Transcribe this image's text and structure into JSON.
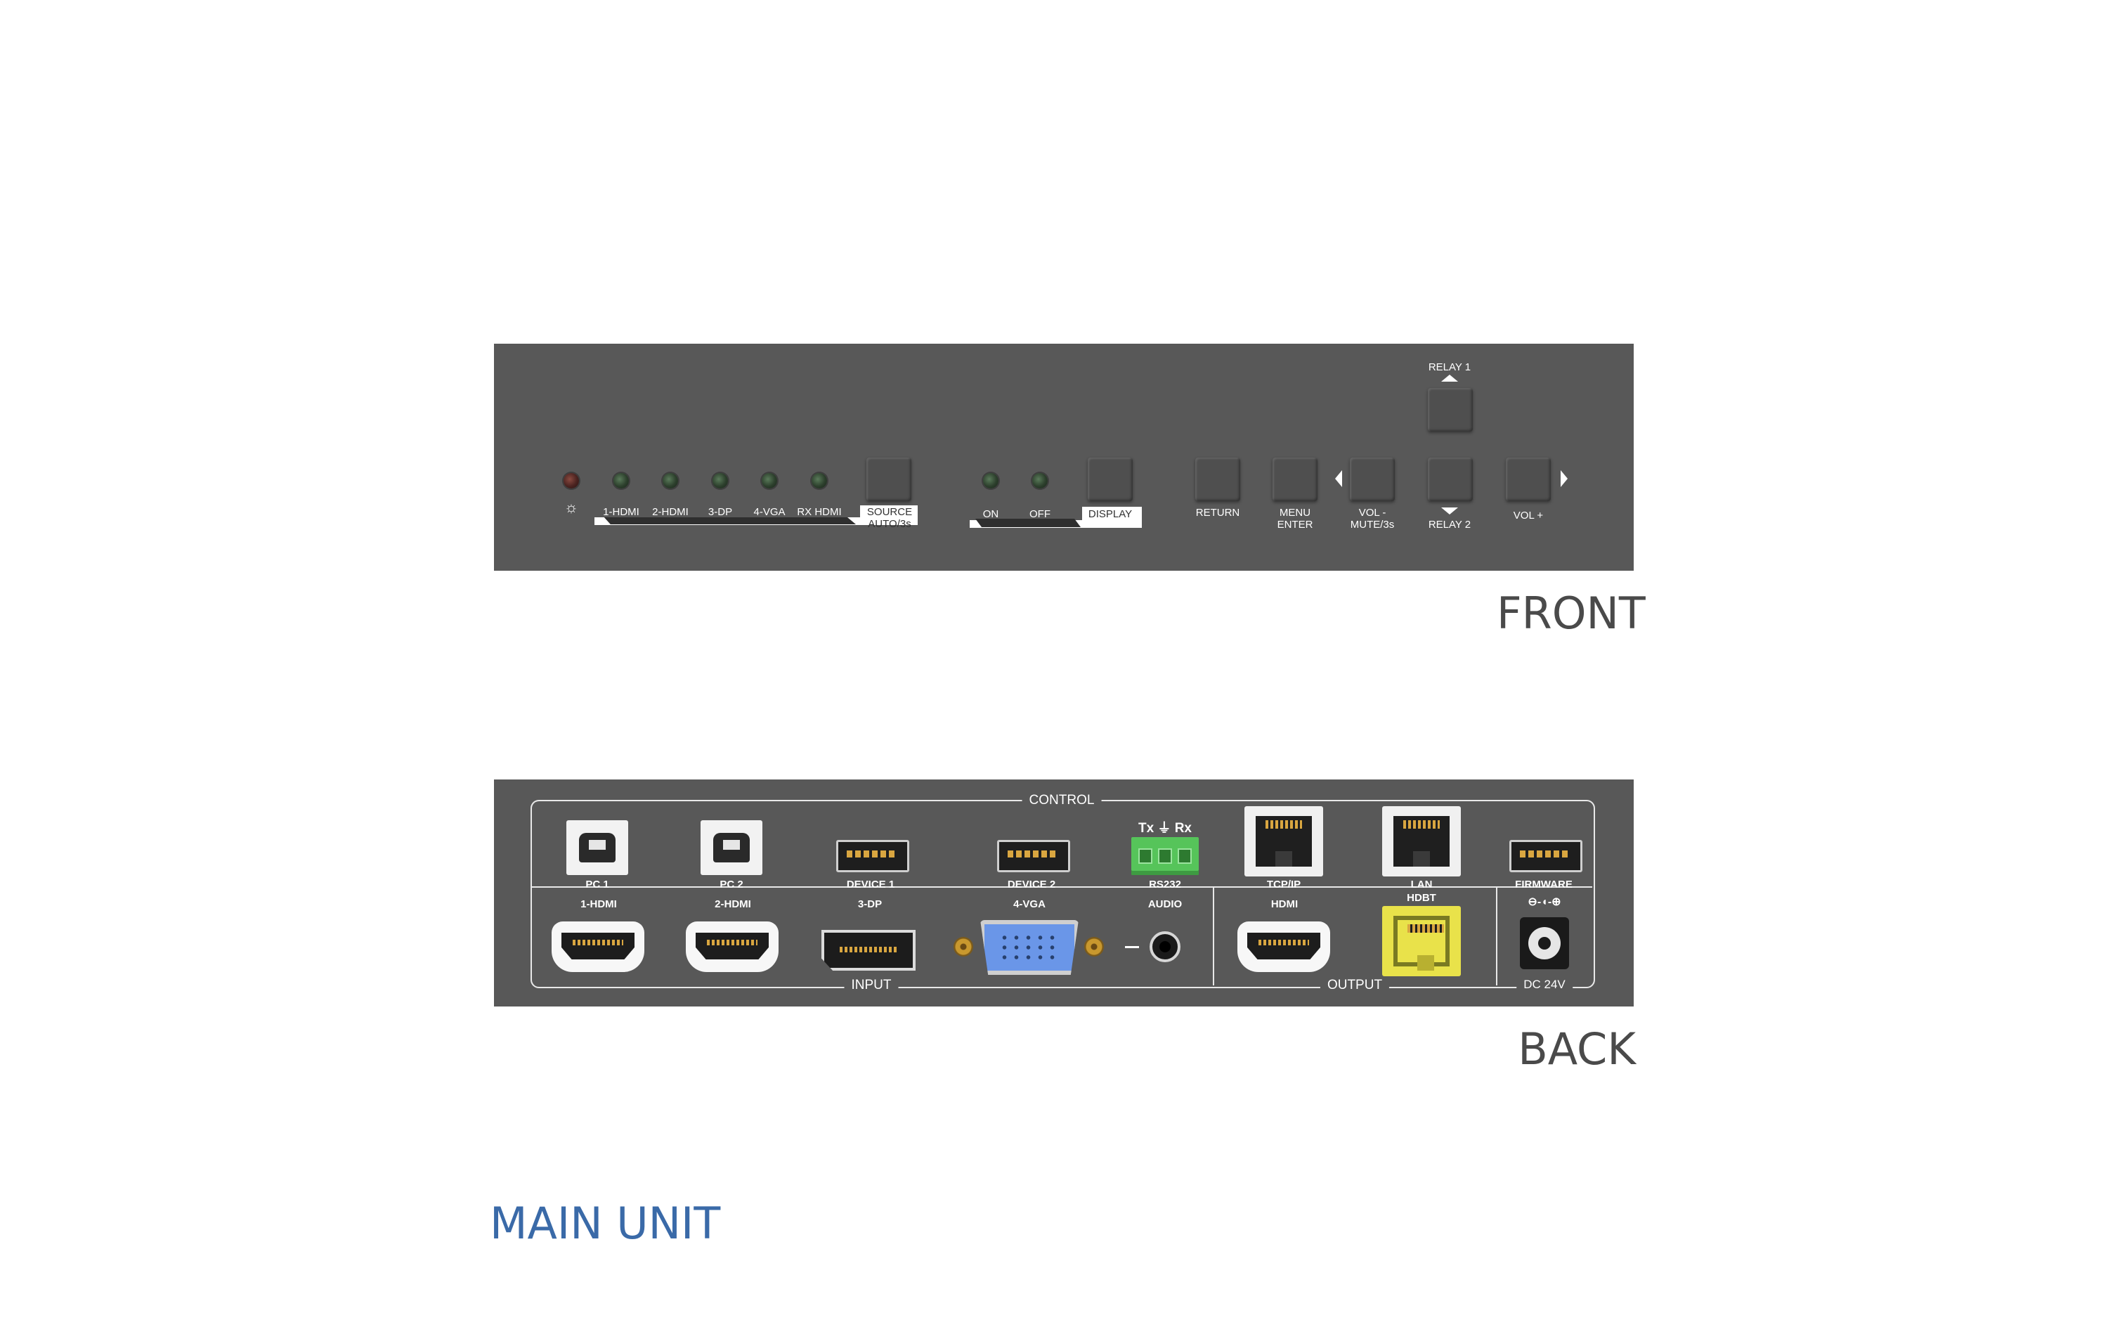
{
  "captions": {
    "front": "FRONT",
    "back": "BACK",
    "title": "MAIN UNIT"
  },
  "front": {
    "input_leds": [
      "1-HDMI",
      "2-HDMI",
      "3-DP",
      "4-VGA",
      "RX HDMI"
    ],
    "source_button": {
      "line1": "SOURCE",
      "line2": "AUTO/3s"
    },
    "display_leds": [
      "ON",
      "OFF"
    ],
    "display_button": "DISPLAY",
    "return_button": "RETURN",
    "menu_button": {
      "line1": "MENU",
      "line2": "ENTER"
    },
    "vol_minus_button": {
      "line1": "VOL -",
      "line2": "MUTE/3s"
    },
    "relay1_button": "RELAY 1",
    "relay2_button": "RELAY 2",
    "vol_plus_button": "VOL +",
    "colors": {
      "led_green": "#2c3f2c",
      "led_red": "#4a2320",
      "panel": "#585858"
    }
  },
  "back": {
    "sections": {
      "control": "CONTROL",
      "input": "INPUT",
      "output": "OUTPUT",
      "power": "DC 24V"
    },
    "control_ports": [
      "PC 1",
      "PC 2",
      "DEVICE 1",
      "DEVICE 2",
      "RS232",
      "TCP/IP",
      "LAN",
      "FIRMWARE"
    ],
    "rs232_pins": "Tx ⏚ Rx",
    "input_ports": [
      "1-HDMI",
      "2-HDMI",
      "3-DP",
      "4-VGA",
      "AUDIO"
    ],
    "output_ports": [
      "HDMI",
      "HDBT"
    ],
    "dc_polarity": "⊖-◖-⊕",
    "colors": {
      "hdbt": "#e9e24a",
      "vga": "#6a96e8",
      "rs232": "#56c45a",
      "title": "#3a6aa8"
    }
  }
}
